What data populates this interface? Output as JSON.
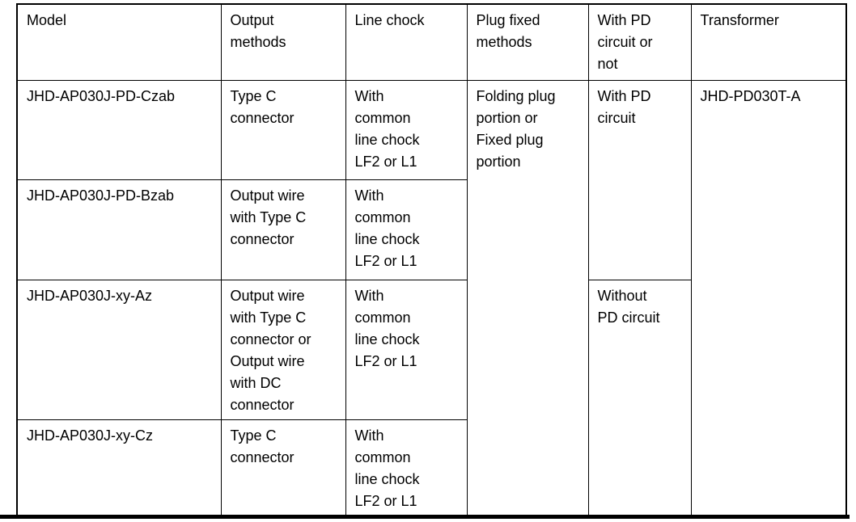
{
  "page": {
    "background": "#ffffff",
    "text_color": "#000000",
    "border_color": "#000000"
  },
  "table": {
    "headers": [
      "Model",
      "Output\nmethods",
      "Line chock",
      "Plug fixed\nmethods",
      "With PD\ncircuit or\nnot",
      "Transformer"
    ],
    "rows": [
      {
        "model": "JHD-AP030J-PD-Czab",
        "output_methods": "Type C\nconnector",
        "line_chock": "With\ncommon\nline chock\nLF2 or L1"
      },
      {
        "model": "JHD-AP030J-PD-Bzab",
        "output_methods": "Output wire\nwith Type C\nconnector",
        "line_chock": "With\ncommon\nline chock\nLF2 or L1"
      },
      {
        "model": "JHD-AP030J-xy-Az",
        "output_methods": "Output wire\nwith Type C\nconnector or\nOutput wire\nwith DC\nconnector",
        "line_chock": "With\ncommon\nline chock\nLF2 or L1"
      },
      {
        "model": "JHD-AP030J-xy-Cz",
        "output_methods": "Type C\nconnector",
        "line_chock": "With\ncommon\nline chock\nLF2 or L1"
      }
    ],
    "merged_cells": {
      "plug_fixed_methods": "Folding plug\nportion or\nFixed plug\nportion",
      "with_pd_circuit": "With PD\ncircuit",
      "without_pd_circuit": "Without\nPD circuit",
      "transformer": "JHD-PD030T-A"
    }
  }
}
